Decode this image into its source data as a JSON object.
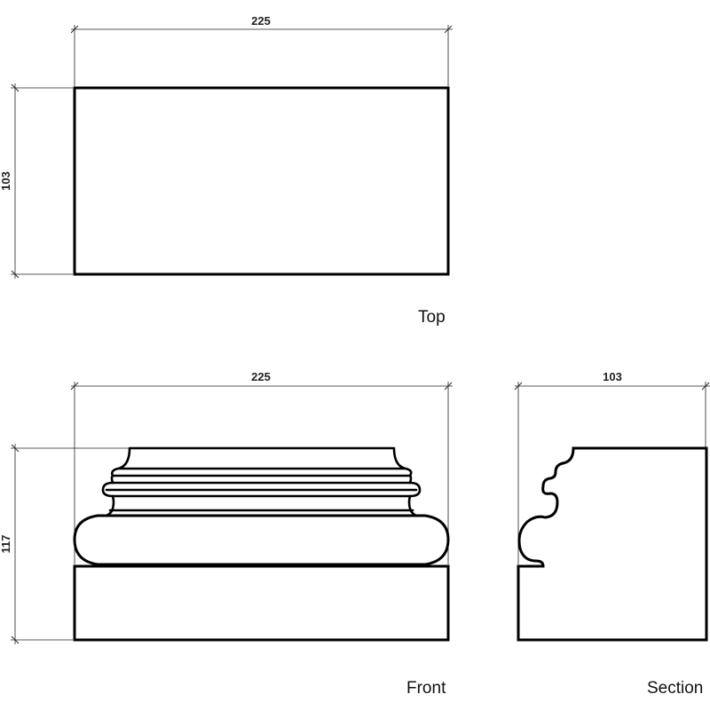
{
  "views": {
    "top": {
      "label": "Top",
      "width_dim": "225",
      "depth_dim": "103"
    },
    "front": {
      "label": "Front",
      "width_dim": "225",
      "height_dim": "117"
    },
    "section": {
      "label": "Section",
      "depth_dim": "103"
    }
  }
}
